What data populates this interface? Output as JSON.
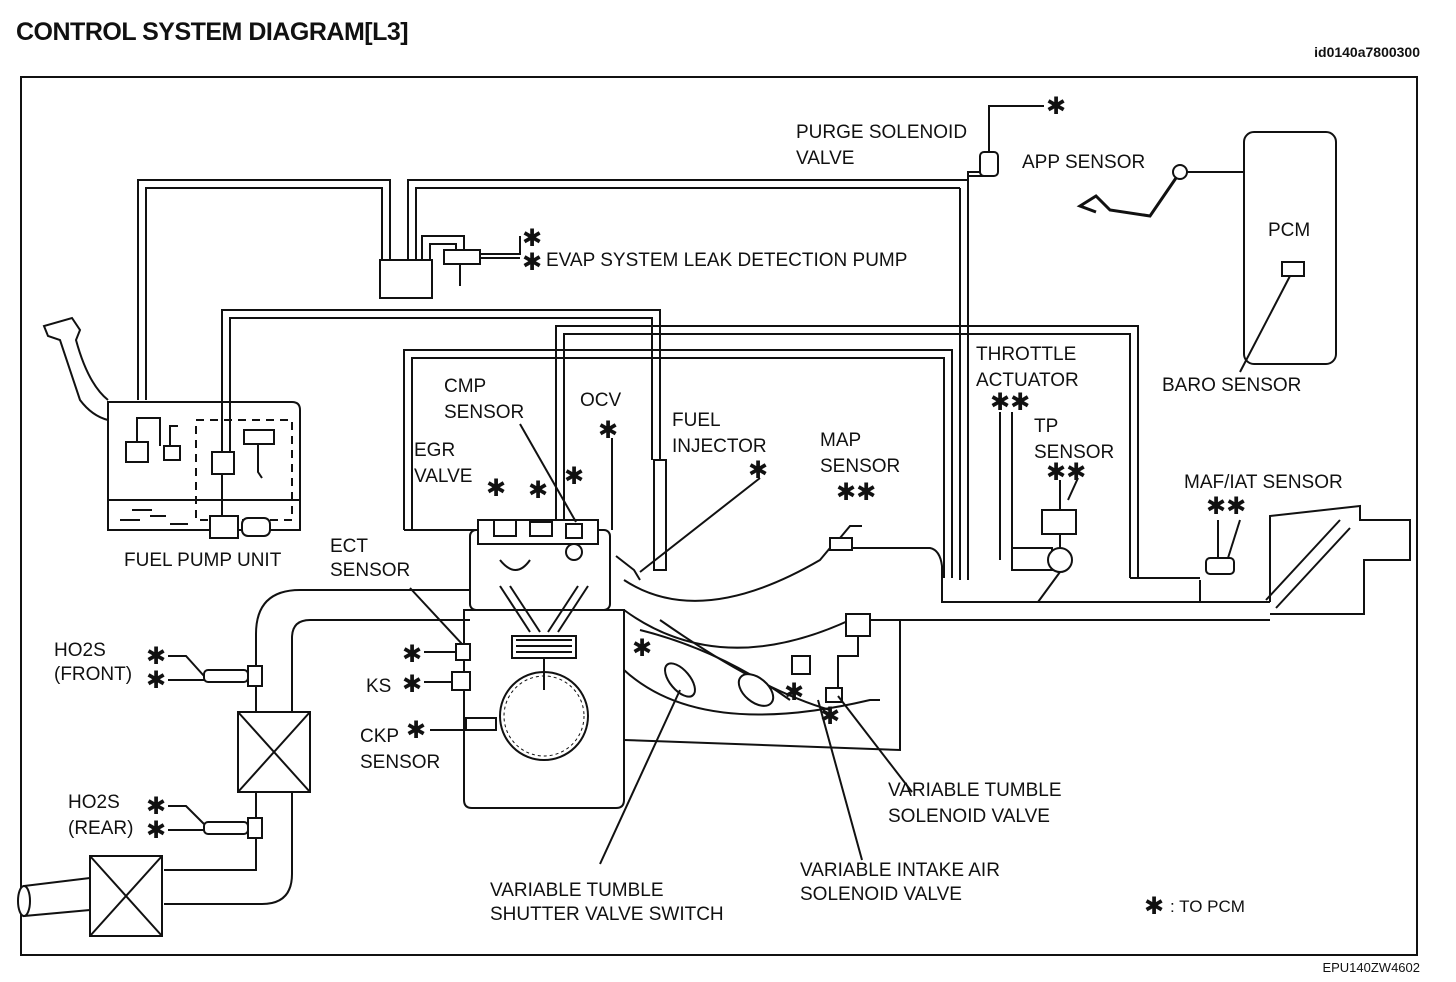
{
  "header": {
    "title": "CONTROL SYSTEM DIAGRAM[L3]",
    "doc_id": "id0140a7800300",
    "figure_code": "EPU140ZW4602"
  },
  "labels": {
    "purge_solenoid_1": "PURGE SOLENOID",
    "purge_solenoid_2": "VALVE",
    "app_sensor": "APP SENSOR",
    "pcm": "PCM",
    "evap_pump": "EVAP SYSTEM LEAK DETECTION PUMP",
    "throttle_1": "THROTTLE",
    "throttle_2": "ACTUATOR",
    "baro_sensor": "BARO SENSOR",
    "cmp_1": "CMP",
    "cmp_2": "SENSOR",
    "ocv": "OCV",
    "fuel_inj_1": "FUEL",
    "fuel_inj_2": "INJECTOR",
    "egr_1": "EGR",
    "egr_2": "VALVE",
    "map_1": "MAP",
    "map_2": "SENSOR",
    "tp_1": "TP",
    "tp_2": "SENSOR",
    "maf_iat": "MAF/IAT SENSOR",
    "fuel_pump_unit": "FUEL PUMP UNIT",
    "ect_1": "ECT",
    "ect_2": "SENSOR",
    "ho2s_front_1": "HO2S",
    "ho2s_front_2": "(FRONT)",
    "ks": "KS",
    "ckp_1": "CKP",
    "ckp_2": "SENSOR",
    "ho2s_rear_1": "HO2S",
    "ho2s_rear_2": "(REAR)",
    "vts_valve_1": "VARIABLE TUMBLE",
    "vts_valve_2": "SOLENOID VALVE",
    "via_valve_1": "VARIABLE INTAKE AIR",
    "via_valve_2": "SOLENOID VALVE",
    "vts_switch_1": "VARIABLE TUMBLE",
    "vts_switch_2": "SHUTTER VALVE SWITCH",
    "legend_mark": "✱",
    "legend_text": ": TO PCM"
  },
  "marks": {
    "asterisk": "✱",
    "double_asterisk": "✱✱"
  }
}
